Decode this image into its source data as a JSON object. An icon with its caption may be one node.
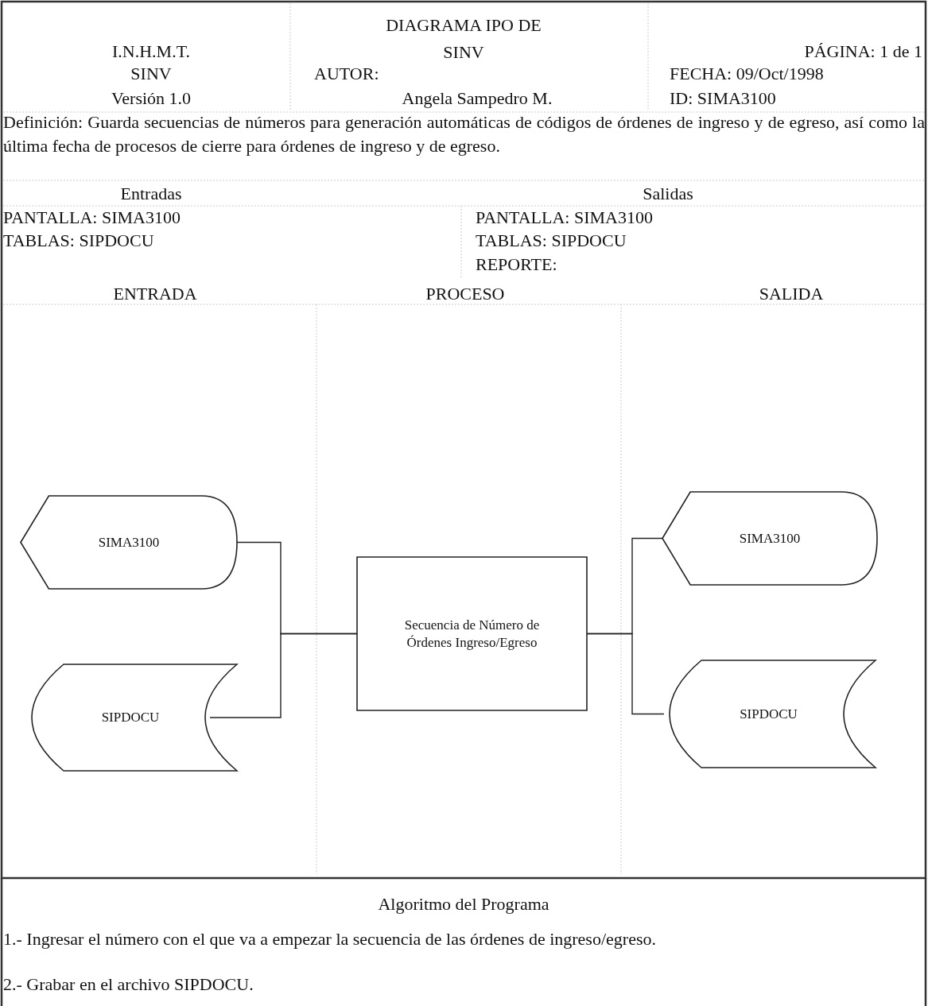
{
  "diagram": {
    "title": "DIAGRAMA IPO DE SINV",
    "nodes": [
      {
        "text": [
          "SIMA3100"
        ]
      },
      {
        "text": [
          "SIPDOCU"
        ]
      },
      {
        "text": [
          "Secuencia de Número de Órdenes Ingreso/Egreso"
        ]
      },
      {
        "text": [
          "SIMA3100"
        ]
      },
      {
        "text": [
          "SIPDOCU"
        ]
      }
    ],
    "edges": [
      {
        "from": 0,
        "to": 2,
        "arrow": "none"
      },
      {
        "from": 1,
        "to": 2,
        "arrow": "none"
      },
      {
        "from": 2,
        "to": 3,
        "arrow": "none"
      },
      {
        "from": 2,
        "to": 4,
        "arrow": "none"
      }
    ],
    "labels": [
      "I.N.H.M.T.",
      "PÁGINA: 1 de 1",
      "SINV",
      "AUTOR:",
      "FECHA: 09/Oct/1998",
      "Versión 1.0",
      "Angela Sampedro M.",
      "ID: SIMA3100",
      "Definición: Guarda secuencias de números para generación automáticas de códigos de órdenes de ingreso y de egreso, así como la última fecha de  procesos de cierre para órdenes de ingreso y de egreso.",
      "Entradas",
      "Salidas",
      "PANTALLA: SIMA3100",
      "PANTALLA: SIMA3100",
      "TABLAS: SIPDOCU",
      "TABLAS: SIPDOCU",
      "REPORTE:",
      "ENTRADA",
      "PROCESO",
      "SALIDA",
      "Algoritmo del Programa",
      "1.- Ingresar el número con el que va a empezar la secuencia de las órdenes de ingreso/egreso.",
      "2.- Grabar en el archivo SIPDOCU."
    ]
  }
}
